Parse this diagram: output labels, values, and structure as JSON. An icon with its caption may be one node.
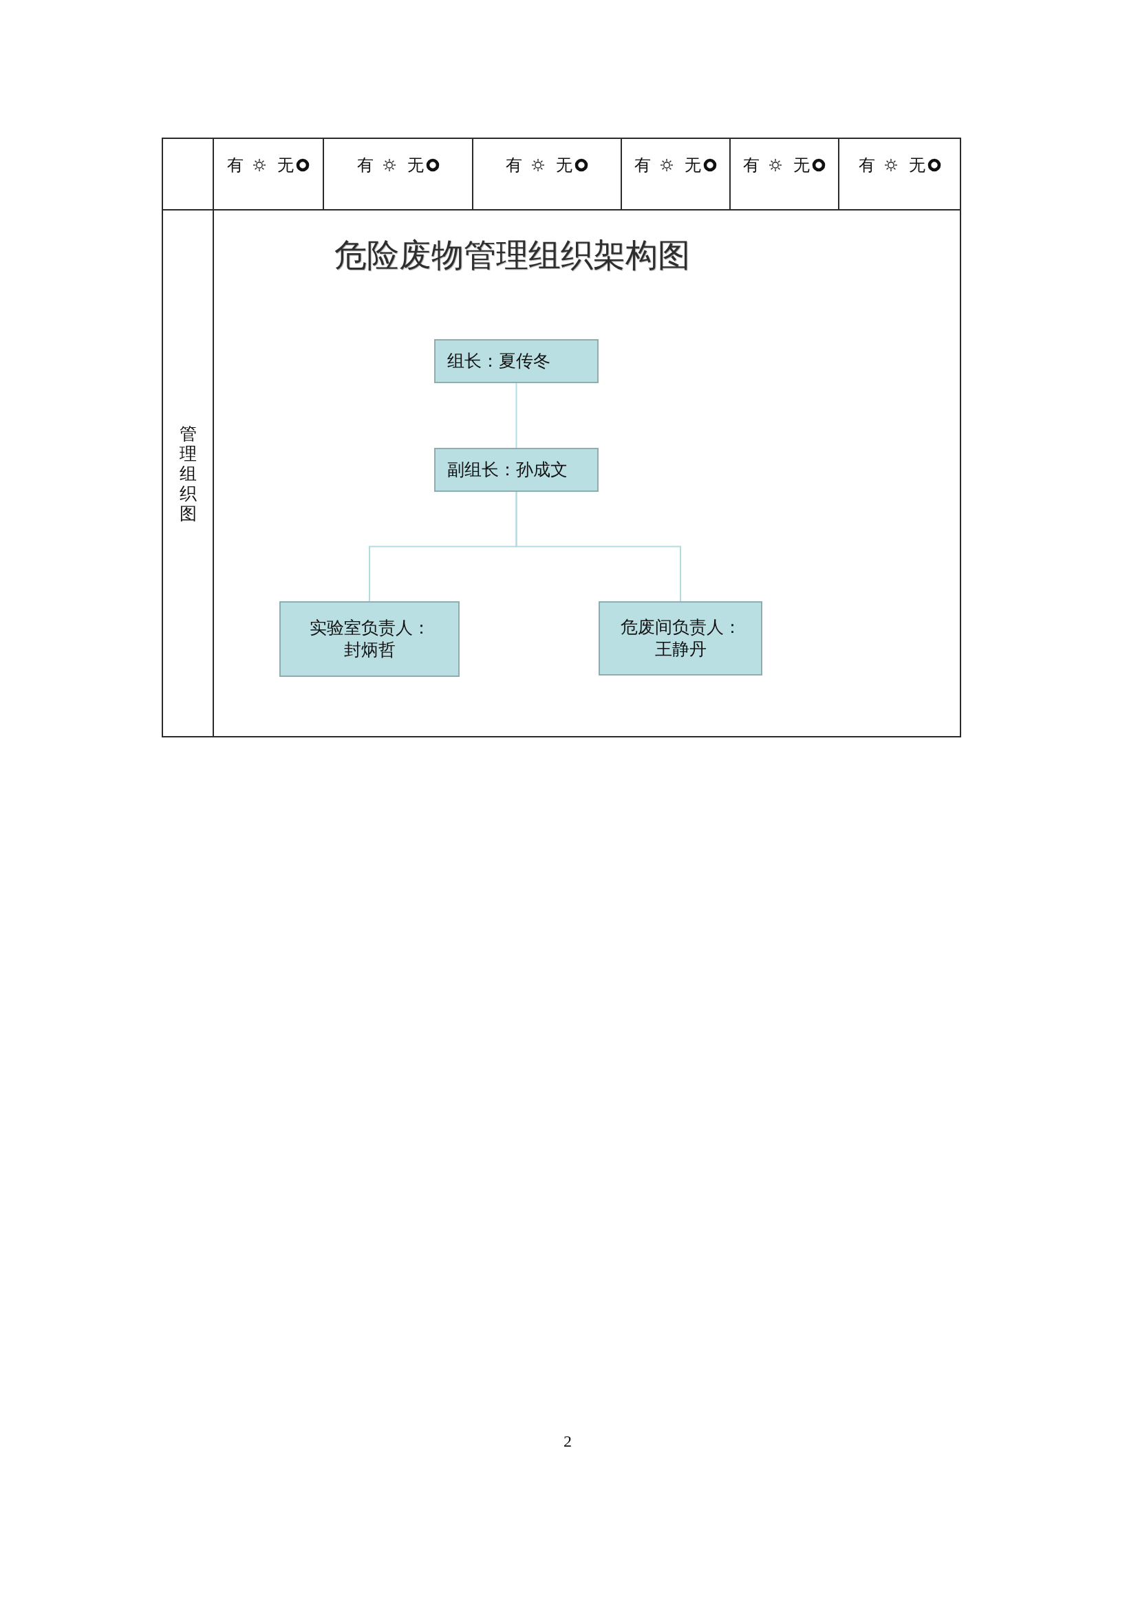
{
  "diagram": {
    "title": "危险废物管理组织架构图",
    "nodes": [
      {
        "text": [
          "组长：夏传冬"
        ]
      },
      {
        "text": [
          "副组长：孙成文"
        ]
      },
      {
        "text": [
          "实验室负责人：",
          "封炳哲"
        ]
      },
      {
        "text": [
          "危废间负责人：",
          "王静丹"
        ]
      }
    ],
    "edges": [
      {
        "from": 0,
        "to": 1,
        "arrow": "none"
      },
      {
        "from": 1,
        "to": 2,
        "arrow": "none"
      },
      {
        "from": 1,
        "to": 3,
        "arrow": "none"
      }
    ],
    "labels": [
      "有",
      "无",
      "有",
      "无",
      "有",
      "无",
      "有",
      "无",
      "有",
      "无",
      "有",
      "无",
      "管理组织图",
      "2"
    ]
  }
}
